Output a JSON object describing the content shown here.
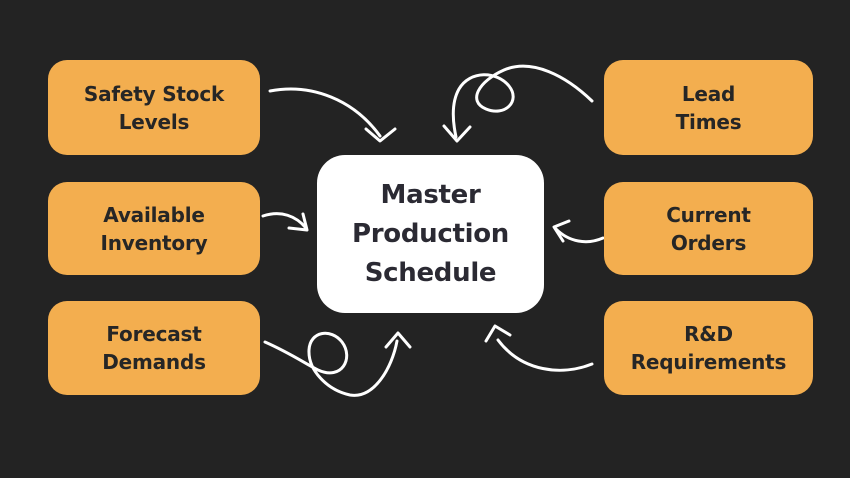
{
  "colors": {
    "background": "#232323",
    "node_fill": "#F3AE4F",
    "node_text": "#262626",
    "center_fill": "#FFFFFF",
    "center_text": "#2B2A33",
    "arrow": "#FFFFFF"
  },
  "diagram": {
    "center": {
      "label": "Master Production Schedule",
      "lines": [
        "Master",
        "Production",
        "Schedule"
      ]
    },
    "left": [
      {
        "label": "Safety Stock Levels",
        "lines": [
          "Safety Stock",
          "Levels"
        ]
      },
      {
        "label": "Available Inventory",
        "lines": [
          "Available",
          "Inventory"
        ]
      },
      {
        "label": "Forecast Demands",
        "lines": [
          "Forecast",
          "Demands"
        ]
      }
    ],
    "right": [
      {
        "label": "Lead Times",
        "lines": [
          "Lead",
          "Times"
        ]
      },
      {
        "label": "Current Orders",
        "lines": [
          "Current",
          "Orders"
        ]
      },
      {
        "label": "R&D Requirements",
        "lines": [
          "R&D",
          "Requirements"
        ]
      }
    ],
    "arrows": [
      "safety-stock-levels-to-center",
      "lead-times-to-center",
      "available-inventory-to-center",
      "current-orders-to-center",
      "forecast-demands-to-center",
      "rd-requirements-to-center"
    ]
  }
}
